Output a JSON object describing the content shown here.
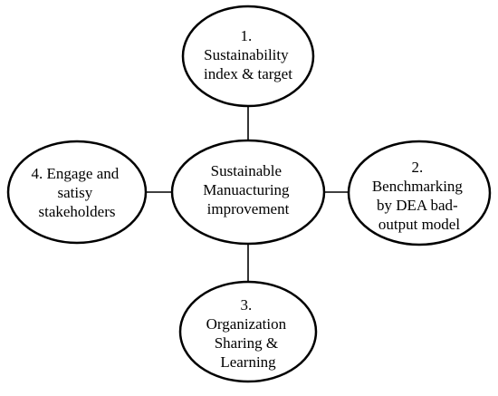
{
  "diagram": {
    "center": {
      "lines": [
        "Sustainable",
        "Manuacturing",
        "improvement"
      ]
    },
    "nodes": [
      {
        "key": "top",
        "lines": [
          "1.",
          "Sustainability",
          "index & target"
        ]
      },
      {
        "key": "right",
        "lines": [
          "2.",
          "Benchmarking",
          "by DEA bad-",
          "output model"
        ]
      },
      {
        "key": "bottom",
        "lines": [
          "3.",
          "Organization",
          "Sharing &",
          "Learning"
        ]
      },
      {
        "key": "left",
        "lines": [
          "4. Engage and",
          "satisy",
          "stakeholders"
        ]
      }
    ]
  }
}
